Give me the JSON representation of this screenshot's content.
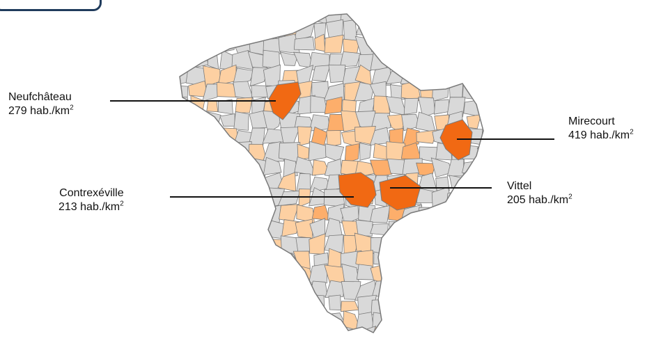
{
  "colors": {
    "low": "#d9d9d9",
    "light": "#fdd0a2",
    "medium": "#fdae6b",
    "strong": "#fd8d3c",
    "max": "#f16913",
    "border": "#7a7a7a"
  },
  "cities": [
    {
      "name": "Neufchâteau",
      "density": "279 hab./km",
      "unit_exp": "2"
    },
    {
      "name": "Mirecourt",
      "density": "419 hab./km",
      "unit_exp": "2"
    },
    {
      "name": "Contrexéville",
      "density": "213 hab./km",
      "unit_exp": "2"
    },
    {
      "name": "Vittel",
      "density": "205 hab./km",
      "unit_exp": "2"
    }
  ]
}
